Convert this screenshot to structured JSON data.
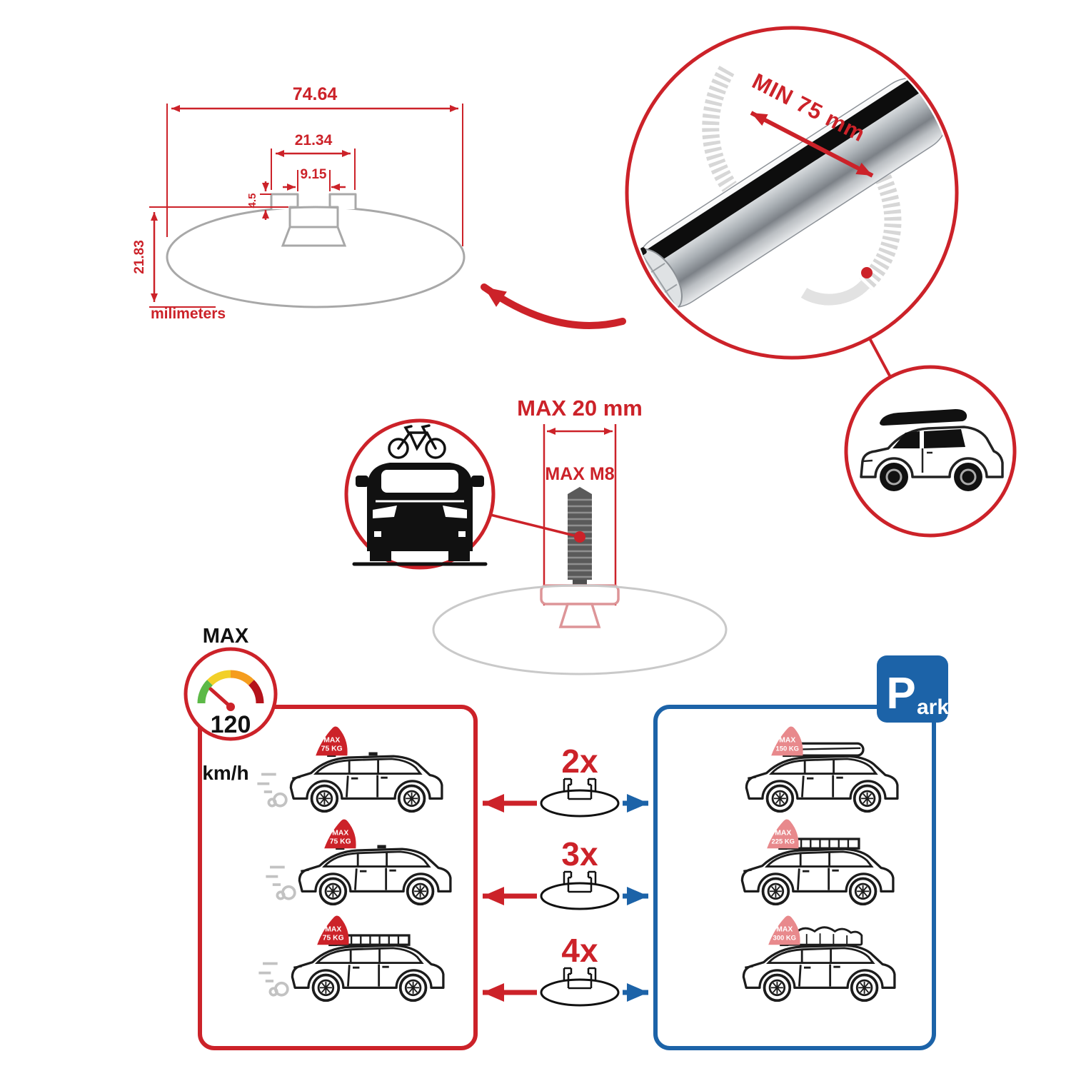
{
  "colors": {
    "red": "#cc2229",
    "blue": "#1c63a8",
    "flag_red": "#cc2229",
    "flag_pink": "#e8898c",
    "ghost_gray": "#c9c9c9"
  },
  "cross_section": {
    "total_width": "74.64",
    "channel_width": "21.34",
    "slot_width": "9.15",
    "lip_depth": "4.5",
    "total_height": "21.83",
    "unit": "milimeters"
  },
  "bar": {
    "min_clamp_label": "MIN 75 mm"
  },
  "bolt": {
    "max_width": "MAX 20 mm",
    "max_thread": "MAX M8"
  },
  "speedometer": {
    "title": "MAX",
    "value": "120",
    "unit": "km/h"
  },
  "park": {
    "p": "P",
    "ark": "ark"
  },
  "left_cars": [
    {
      "max": "MAX",
      "kg": "75 KG"
    },
    {
      "max": "MAX",
      "kg": "75 KG"
    },
    {
      "max": "MAX",
      "kg": "75 KG"
    }
  ],
  "right_cars": [
    {
      "max": "MAX",
      "kg": "150 KG"
    },
    {
      "max": "MAX",
      "kg": "225 KG"
    },
    {
      "max": "MAX",
      "kg": "300 KG"
    }
  ],
  "multipliers": [
    {
      "label": "2x"
    },
    {
      "label": "3x"
    },
    {
      "label": "4x"
    }
  ]
}
